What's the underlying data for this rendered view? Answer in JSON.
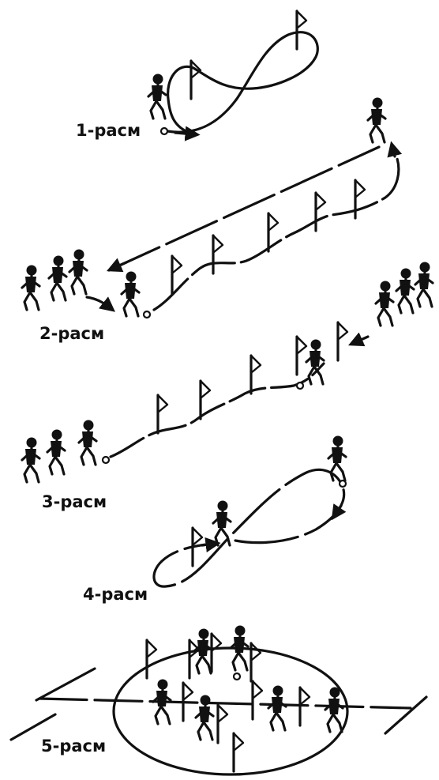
{
  "figures": [
    {
      "id": "fig1",
      "caption": "1-расм"
    },
    {
      "id": "fig2",
      "caption": "2-расм"
    },
    {
      "id": "fig3",
      "caption": "3-расм"
    },
    {
      "id": "fig4",
      "caption": "4-расм"
    },
    {
      "id": "fig5",
      "caption": "5-расм"
    }
  ],
  "icons": {
    "flag": "flag-icon",
    "player": "player-icon",
    "ball": "ball-icon",
    "arrow": "arrow-icon"
  },
  "colors": {
    "ink": "#111111",
    "paper": "#ffffff"
  }
}
